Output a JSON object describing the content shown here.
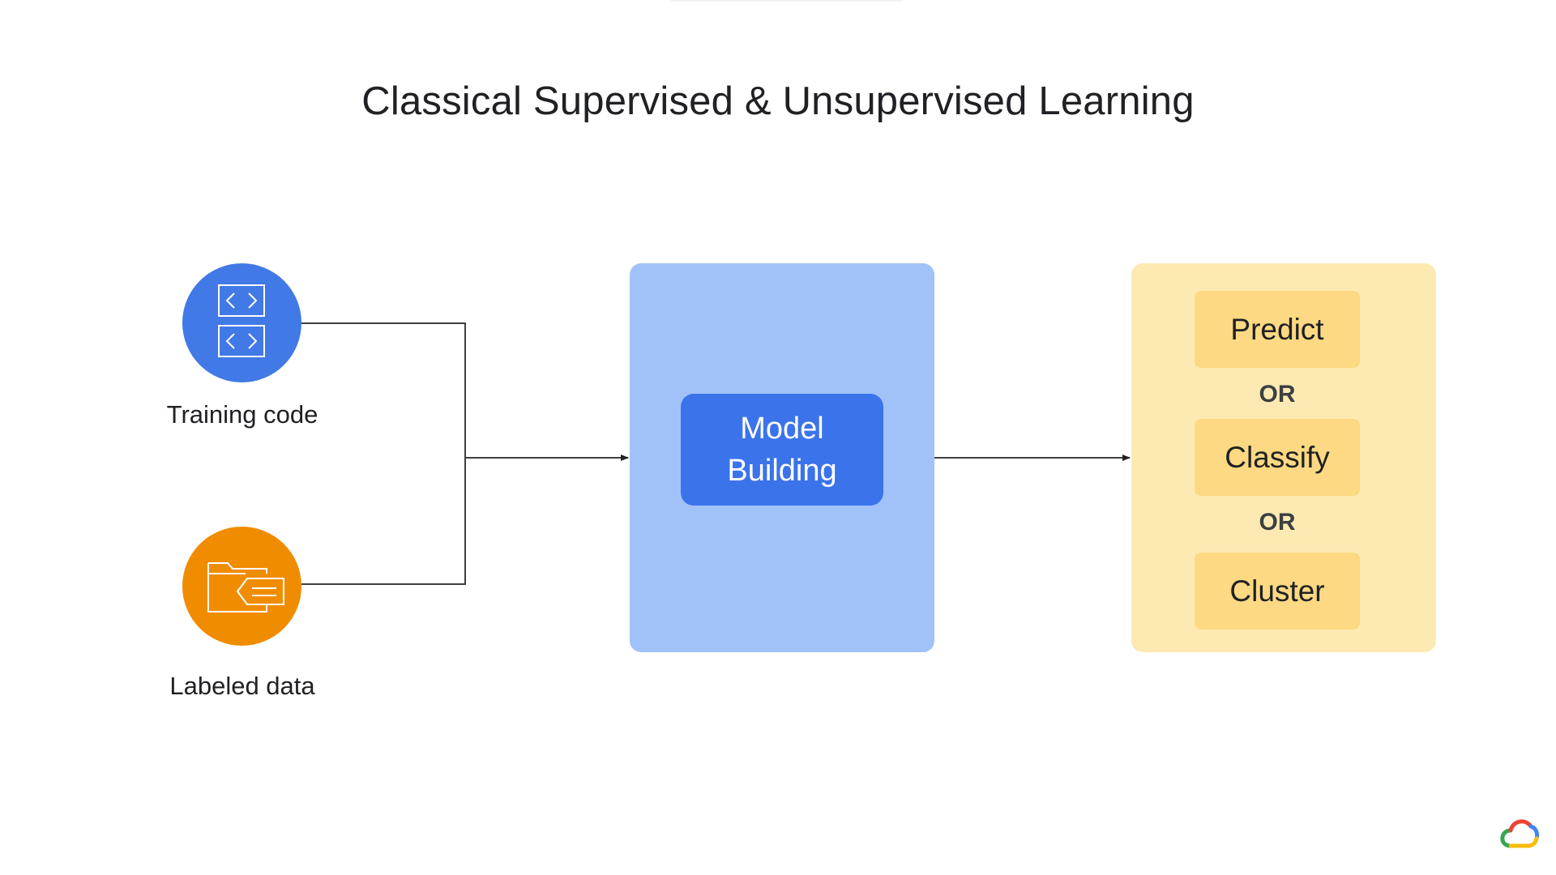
{
  "title": "Classical Supervised & Unsupervised Learning",
  "inputs": [
    {
      "label": "Training code",
      "icon": "code-icon",
      "color": "#4179e6"
    },
    {
      "label": "Labeled data",
      "icon": "folder-icon",
      "color": "#f08c00"
    }
  ],
  "process": {
    "line1": "Model",
    "line2": "Building",
    "panel_color": "#a1c2f8",
    "box_color": "#3b73eb"
  },
  "outputs": {
    "panel_color": "#fdeab2",
    "box_color": "#fcd982",
    "items": [
      "Predict",
      "Classify",
      "Cluster"
    ],
    "separator": "OR"
  },
  "logo": "google-cloud-logo-icon"
}
